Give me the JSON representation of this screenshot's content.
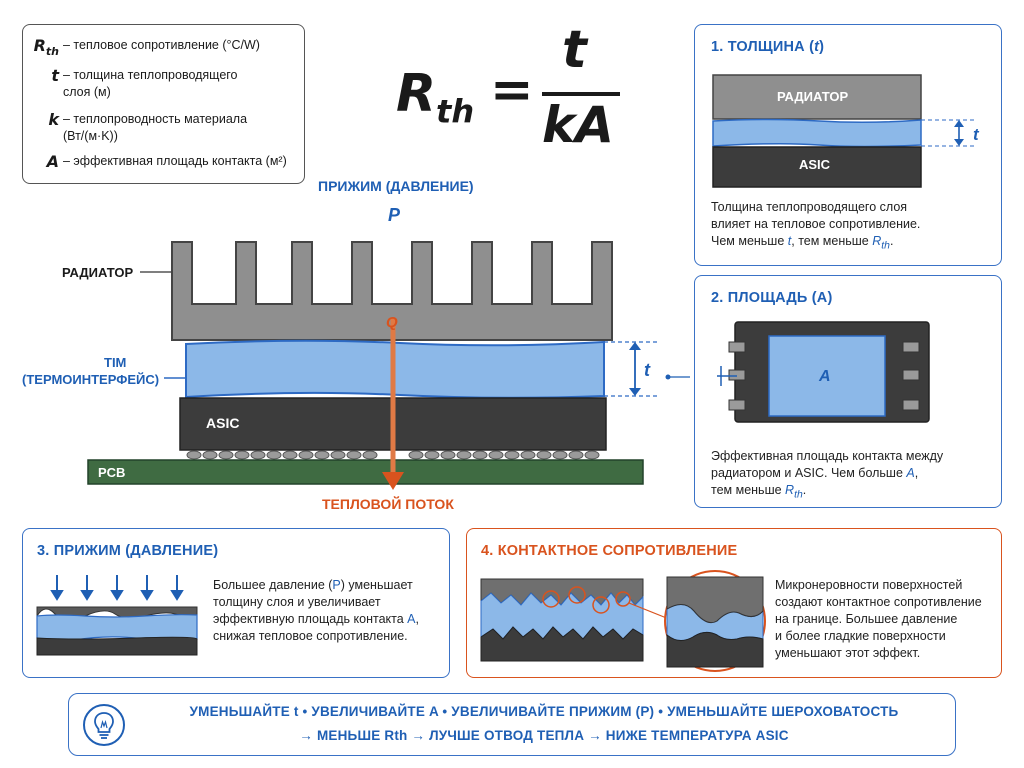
{
  "legend": {
    "rows": [
      {
        "sym": "R",
        "sub": "th",
        "text": "– тепловое сопротивление (°C/W)"
      },
      {
        "sym": "t",
        "sub": "",
        "text": "– толщина теплопроводящего слоя (м)"
      },
      {
        "sym": "k",
        "sub": "",
        "text": "– теплопроводность материала (Вт/(м·K))"
      },
      {
        "sym": "A",
        "sub": "",
        "text": "– эффективная площадь контакта (м²)"
      }
    ]
  },
  "formula": {
    "lhs": "R",
    "lhs_sub": "th",
    "eq": "=",
    "num": "t",
    "den": "kA"
  },
  "main": {
    "pressure_label": "ПРИЖИМ (ДАВЛЕНИЕ)",
    "pressure_symbol": "P",
    "radiator_label": "РАДИАТОР",
    "tim_label_1": "TIM",
    "tim_label_2": "(ТЕРМОИНТЕРФЕЙС)",
    "asic_label": "ASIC",
    "pcb_label": "PCB",
    "q_label": "Q",
    "t_label": "t",
    "heat_flow_label": "ТЕПЛОВОЙ ПОТОК"
  },
  "card1": {
    "title": "1. ТОЛЩИНА (",
    "title_sym": "t",
    "title_end": ")",
    "radiator": "РАДИАТОР",
    "asic": "ASIC",
    "t": "t",
    "text1": "Толщина теплопроводящего слоя",
    "text2": "влияет на тепловое сопротивление.",
    "text3a": "Чем меньше ",
    "text3b": "t",
    "text3c": ", тем меньше ",
    "text3d": "R",
    "text3e": "th",
    "text3f": "."
  },
  "card2": {
    "title": "2. ПЛОЩАДЬ (A)",
    "a_label": "A",
    "text1": "Эффективная площадь контакта между",
    "text2a": "радиатором и ASIC. Чем больше ",
    "text2b": "A",
    "text2c": ",",
    "text3a": "тем меньше ",
    "text3b": "R",
    "text3c": "th",
    "text3d": "."
  },
  "card3": {
    "title": "3. ПРИЖИМ (ДАВЛЕНИЕ)",
    "text1a": "Большее давление (",
    "text1b": "P",
    "text1c": ") уменьшает",
    "text2": "толщину слоя и увеличивает",
    "text3a": "эффективную площадь контакта ",
    "text3b": "A",
    "text3c": ",",
    "text4": "снижая тепловое сопротивление."
  },
  "card4": {
    "title": "4. КОНТАКТНОЕ СОПРОТИВЛЕНИЕ",
    "text1": "Микронеровности поверхностей",
    "text2": "создают контактное сопротивление",
    "text3": "на границе. Большее давление",
    "text4": "и более гладкие поверхности",
    "text5": "уменьшают этот эффект."
  },
  "bottom": {
    "line1": "УМЕНЬШАЙТЕ t  •  УВЕЛИЧИВАЙТЕ A  •  УВЕЛИЧИВАЙТЕ ПРИЖИМ (P)  •  УМЕНЬШАЙТЕ ШЕРОХОВАТОСТЬ",
    "line2": "→  МЕНЬШЕ Rth  →  ЛУЧШЕ ОТВОД ТЕПЛА  →  НИЖЕ ТЕМПЕРАТУРА ASIC"
  },
  "colors": {
    "accent_blue": "#1f5fb4",
    "accent_orange": "#d9531e",
    "tim_blue": "#8cb8e8",
    "radiator_gray": "#8d8d8d",
    "asic_dark": "#3c3c3c",
    "pcb_green": "#3f6b42"
  },
  "icons": {
    "bulb": "lightbulb-icon"
  }
}
